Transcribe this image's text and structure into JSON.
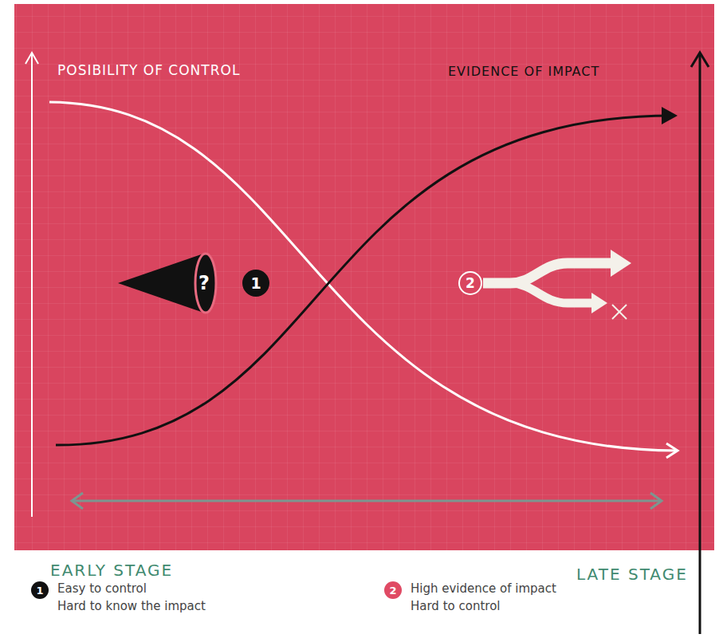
{
  "diagram": {
    "nodes": [
      {
        "text": [
          "?"
        ]
      },
      {
        "text": [
          "1"
        ]
      },
      {
        "text": [
          "2"
        ]
      },
      {
        "text": [
          "1"
        ]
      },
      {
        "text": [
          "2"
        ]
      }
    ],
    "labels": [
      "POSIBILITY OF CONTROL",
      "EVIDENCE OF IMPACT",
      "EARLY STAGE",
      "LATE STAGE",
      "Easy to control",
      "Hard to know the impact",
      "High evidence of impact",
      "Hard to control"
    ]
  }
}
